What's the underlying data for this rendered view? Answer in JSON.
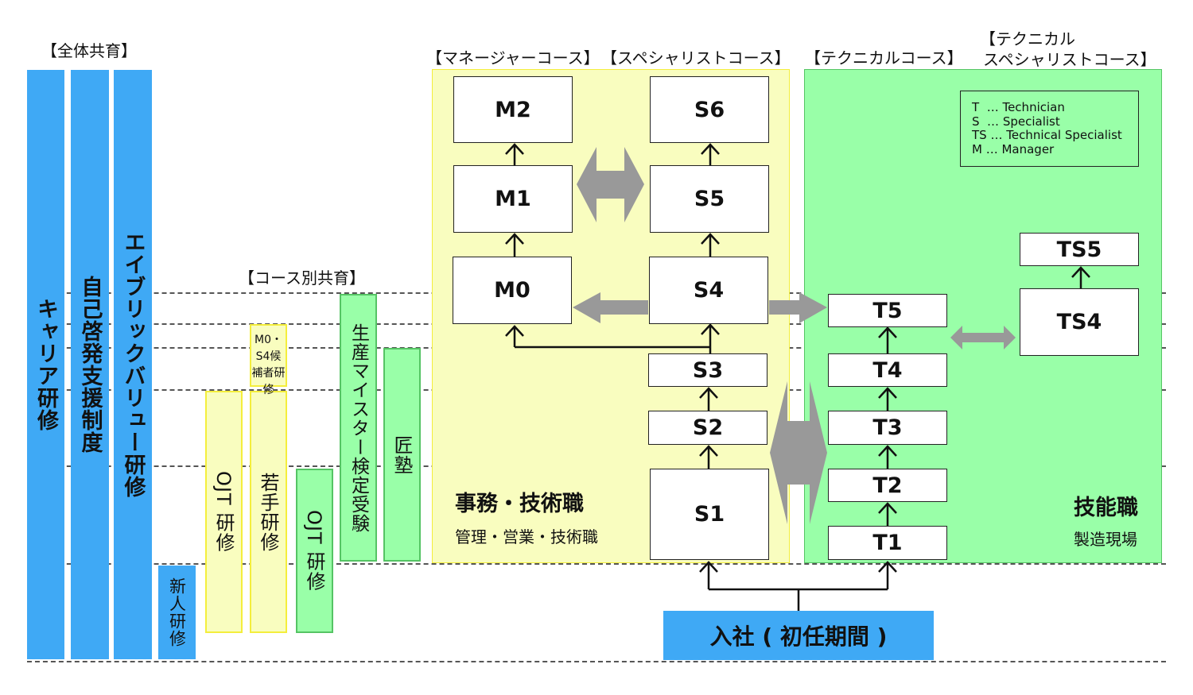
{
  "headers": {
    "common": "【全体共育】",
    "course_common": "【コース別共育】",
    "manager": "【マネージャーコース】",
    "specialist": "【スペシャリストコース】",
    "technical": "【テクニカルコース】",
    "tech_spec_1": "【テクニカル",
    "tech_spec_2": "スペシャリストコース】"
  },
  "common_programs": [
    "キャリア研修",
    "自己啓発支援制度",
    "エイブリックバリュー研修"
  ],
  "course_programs": {
    "new_hire": "新人研修",
    "ojt_yellow": "OJT 研修",
    "young": "若手研修",
    "candidate": "M0・S4候補者研修",
    "ojt_green": "OJT 研修",
    "meister": "生産マイスター検定受験",
    "takumi": "匠塾"
  },
  "grades": {
    "m2": "M2",
    "m1": "M1",
    "m0": "M0",
    "s6": "S6",
    "s5": "S5",
    "s4": "S4",
    "s3": "S3",
    "s2": "S2",
    "s1": "S1",
    "t5": "T5",
    "t4": "T4",
    "t3": "T3",
    "t2": "T2",
    "t1": "T1",
    "ts5": "TS5",
    "ts4": "TS4"
  },
  "legend": [
    "T  … Technician",
    "S  … Specialist",
    "TS … Technical Specialist",
    "M … Manager"
  ],
  "office": {
    "title": "事務・技術職",
    "sub": "管理・営業・技術職"
  },
  "skilled": {
    "title": "技能職",
    "sub": "製造現場"
  },
  "entry": "入社 ( 初任期間 )",
  "colors": {
    "blue": "#3fa9f5",
    "yellow": "#f9fdbf",
    "green": "#99ffa8",
    "arrow": "#999999"
  }
}
